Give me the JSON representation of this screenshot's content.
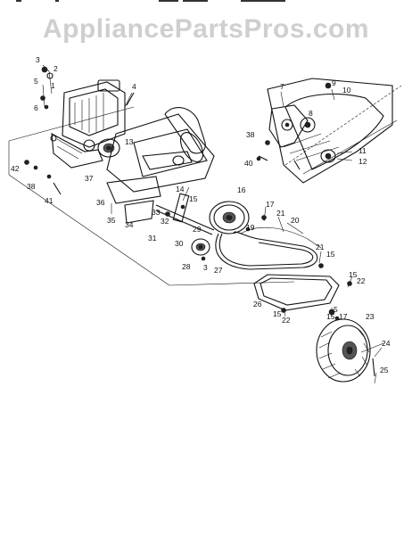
{
  "watermark": "AppliancePartsPros.com",
  "callouts": [
    "1",
    "2",
    "3",
    "4",
    "5",
    "6",
    "7",
    "8",
    "9",
    "10",
    "11",
    "12",
    "13",
    "14",
    "15",
    "16",
    "17",
    "20",
    "21",
    "22",
    "23",
    "24",
    "25",
    "26",
    "27",
    "28",
    "29",
    "30",
    "31",
    "32",
    "33",
    "34",
    "35",
    "36",
    "37",
    "38",
    "40",
    "41",
    "42"
  ],
  "labels": {
    "l1": "1",
    "l2": "2",
    "l3": "3",
    "l3b": "3",
    "l4": "4",
    "l5": "5",
    "l5b": "5",
    "l6": "6",
    "l7": "7",
    "l8": "8",
    "l9": "9",
    "l10": "10",
    "l11": "11",
    "l12": "12",
    "l13": "13",
    "l14": "14",
    "l15a": "15",
    "l15b": "15",
    "l15c": "15",
    "l15d": "15",
    "l15e": "15",
    "l16": "16",
    "l17a": "17",
    "l17b": "17",
    "l19": "19",
    "l20": "20",
    "l21a": "21",
    "l21b": "21",
    "l22a": "22",
    "l22b": "22",
    "l23": "23",
    "l24": "24",
    "l25": "25",
    "l26": "26",
    "l27": "27",
    "l28": "28",
    "l29": "29",
    "l30": "30",
    "l31": "31",
    "l32": "32",
    "l33": "33",
    "l34": "34",
    "l35": "35",
    "l36": "36",
    "l37": "37",
    "l38a": "38",
    "l38b": "38",
    "l40": "40",
    "l41": "41",
    "l42": "42"
  }
}
